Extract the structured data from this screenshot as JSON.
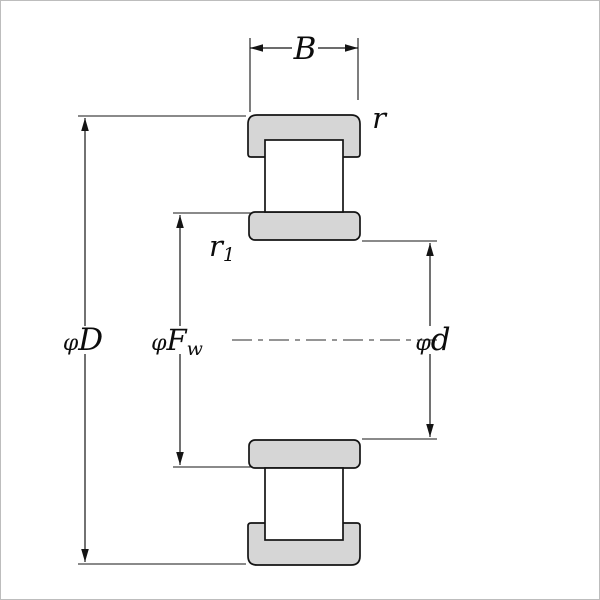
{
  "diagram": {
    "type": "bearing-cross-section",
    "labels": {
      "phi": "φ",
      "width": "B",
      "outer_radius": "r",
      "inner_radius": "r",
      "inner_radius_sub": "1",
      "outer_diameter": "D",
      "raceway_diameter": "F",
      "raceway_diameter_sub": "w",
      "bore_diameter": "d"
    },
    "colors": {
      "ring_fill": "#d6d6d6",
      "roller_fill": "#ffffff",
      "line": "#141414",
      "background": "#ffffff",
      "border": "#bdbdbd"
    }
  }
}
